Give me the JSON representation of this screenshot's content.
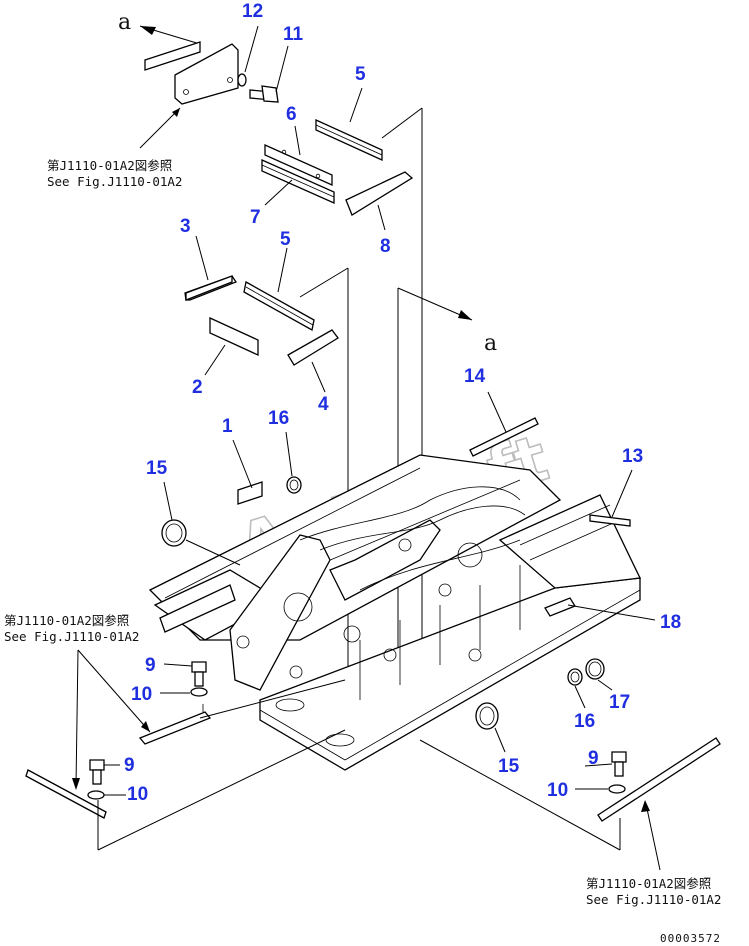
{
  "watermark": "AutoSoft",
  "view_letter": "a",
  "figure_ref": {
    "jp": "第J1110-01A2図参照",
    "en": "See Fig.J1110-01A2"
  },
  "callouts": {
    "c1": "1",
    "c2": "2",
    "c3": "3",
    "c4": "4",
    "c5a": "5",
    "c5b": "5",
    "c6": "6",
    "c7": "7",
    "c8": "8",
    "c9a": "9",
    "c9b": "9",
    "c9c": "9",
    "c10a": "10",
    "c10b": "10",
    "c10c": "10",
    "c11": "11",
    "c12": "12",
    "c13": "13",
    "c14": "14",
    "c15a": "15",
    "c15b": "15",
    "c16a": "16",
    "c16b": "16",
    "c17": "17",
    "c18": "18"
  },
  "drawing_number": "00003572"
}
